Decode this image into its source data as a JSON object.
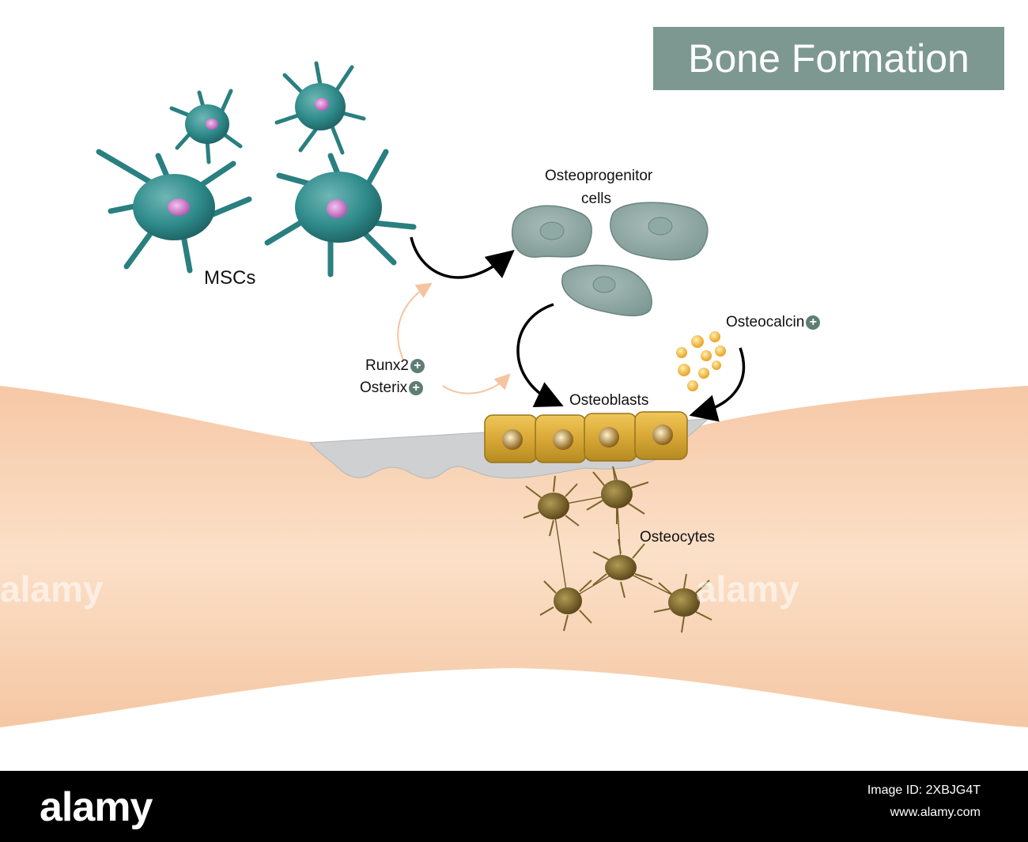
{
  "title": "Bone Formation",
  "labels": {
    "mscs": "MSCs",
    "osteoprogenitor_line1": "Osteoprogenitor",
    "osteoprogenitor_line2": "cells",
    "runx2": "Runx2",
    "osterix": "Osterix",
    "osteocalcin": "Osteocalcin",
    "osteoblasts": "Osteoblasts",
    "osteocytes": "Osteocytes"
  },
  "watermark": "alamy",
  "footer": {
    "logo": "alamy",
    "image_id": "Image ID: 2XBJG4T",
    "site": "www.alamy.com"
  },
  "colors": {
    "title_bg": "#7d9890",
    "bone": "#f7d2b4",
    "msc": "#2a7f80",
    "osteoprogenitor": "#8aa39f",
    "osteoblast": "#d8aa3b",
    "osteocyte": "#7a6428",
    "osteocalcin": "#f2b640",
    "plus_badge": "#5d7d76"
  }
}
